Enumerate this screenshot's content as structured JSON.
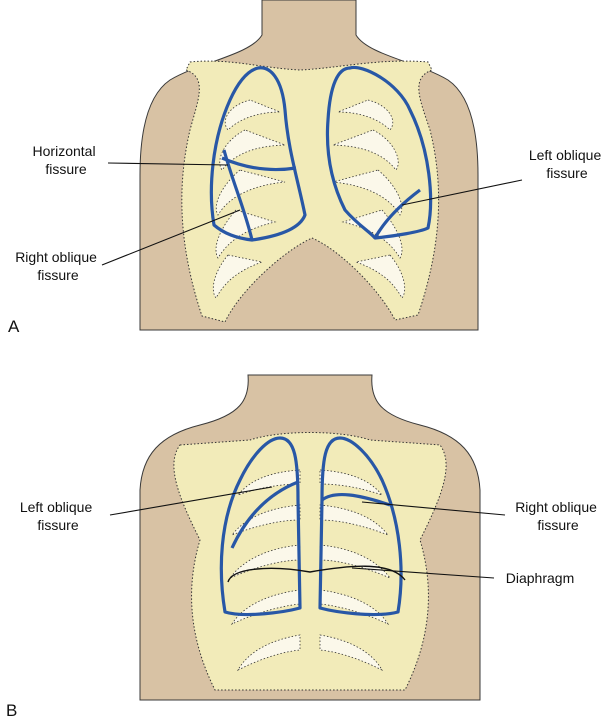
{
  "panel_a": {
    "letter": "A",
    "labels": {
      "horizontal_fissure": [
        "Horizontal",
        "fissure"
      ],
      "left_oblique_fissure": [
        "Left oblique",
        "fissure"
      ],
      "right_oblique_fissure": [
        "Right oblique",
        "fissure"
      ]
    }
  },
  "panel_b": {
    "letter": "B",
    "labels": {
      "left_oblique_fissure": [
        "Left oblique",
        "fissure"
      ],
      "right_oblique_fissure": [
        "Right oblique",
        "fissure"
      ],
      "diaphragm": "Diaphragm"
    }
  },
  "colors": {
    "skin": "#d8c2a4",
    "bone": "#f2ebb9",
    "lung_outline": "#2857a6"
  }
}
